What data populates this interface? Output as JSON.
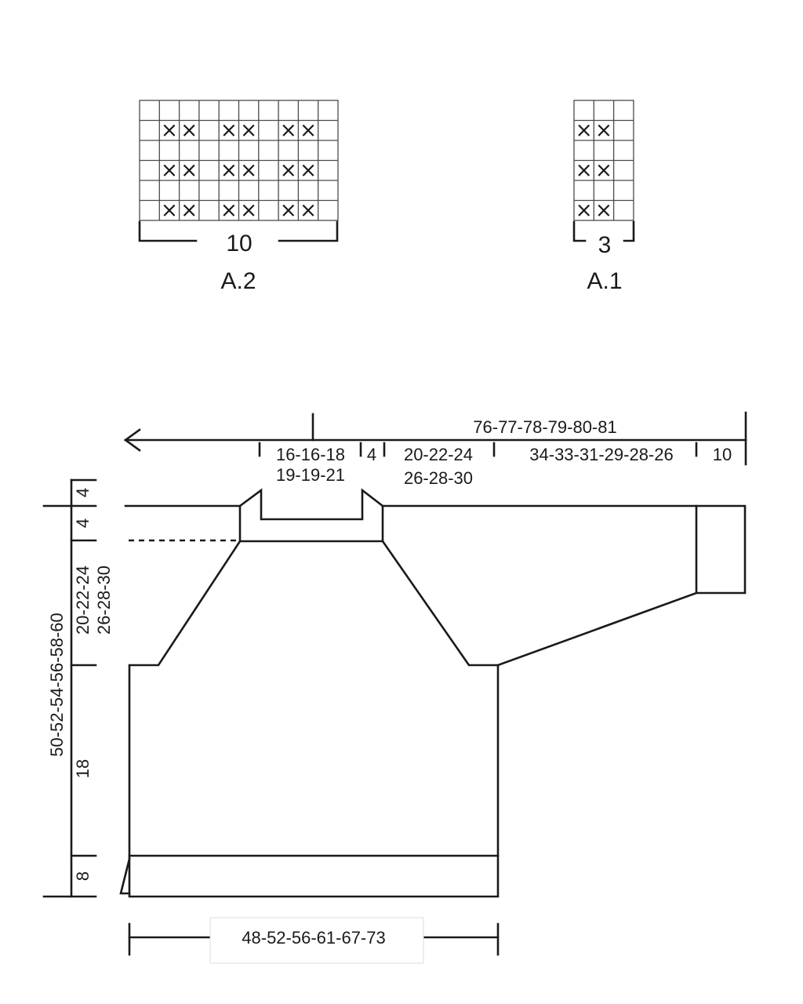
{
  "charts": {
    "a2": {
      "name": "A.2",
      "width_label": "10",
      "cols": 10,
      "rows": 6,
      "x_cols": [
        1,
        2,
        4,
        5,
        7,
        8
      ],
      "x_rows": [
        1,
        3,
        5
      ]
    },
    "a1": {
      "name": "A.1",
      "width_label": "3",
      "cols": 3,
      "rows": 6,
      "x_cols": [
        0,
        1
      ],
      "x_rows": [
        1,
        3,
        5
      ]
    }
  },
  "measurements": {
    "sleeve_total": "76-77-78-79-80-81",
    "neck_half_1": "16-16-18",
    "neck_half_2": "19-19-21",
    "raglan_width": "4",
    "upper_sleeve_1": "20-22-24",
    "upper_sleeve_2": "26-28-30",
    "sleeve_length": "34-33-31-29-28-26",
    "cuff": "10",
    "neck_edge": "4",
    "neck_drop": "4",
    "yoke_1": "20-22-24",
    "yoke_2": "26-28-30",
    "body_length": "18",
    "rib": "8",
    "total_length": "50-52-54-56-58-60",
    "half_width": "48-52-56-61-67-73"
  }
}
